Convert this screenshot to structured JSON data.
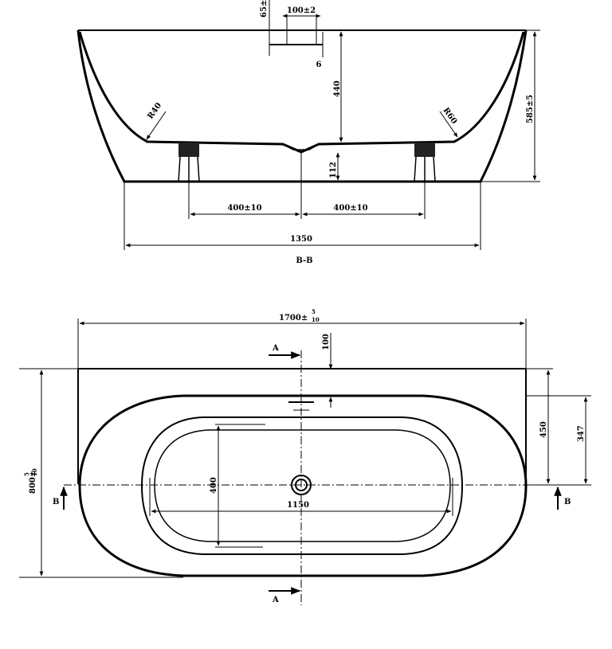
{
  "section_view": {
    "dim_drain_offset_v": "65±",
    "dim_drain_width": "100±2",
    "dim_drain_depth": "6",
    "dim_inner_depth": "440",
    "dim_overall_height": "585±5",
    "radius_left": "R40",
    "radius_right": "R60",
    "dim_foot_height": "112",
    "dim_left_foot_span": "400±10",
    "dim_right_foot_span": "400±10",
    "dim_base_length": "1350",
    "section_label": "B-B"
  },
  "plan_view": {
    "dim_overall_length_main": "1700±",
    "dim_overall_length_tol_upper": "5",
    "dim_overall_length_tol_lower": "10",
    "dim_overall_width_main": "800±",
    "dim_overall_width_tol_upper": "5",
    "dim_overall_width_tol_lower": "10",
    "dim_top_offset": "100",
    "dim_right_450": "450",
    "dim_right_347": "347",
    "dim_inner_width": "400",
    "dim_inner_length": "1150",
    "section_mark_a_top": "A",
    "section_mark_a_bottom": "A",
    "section_mark_b_left": "B",
    "section_mark_b_right": "B"
  }
}
